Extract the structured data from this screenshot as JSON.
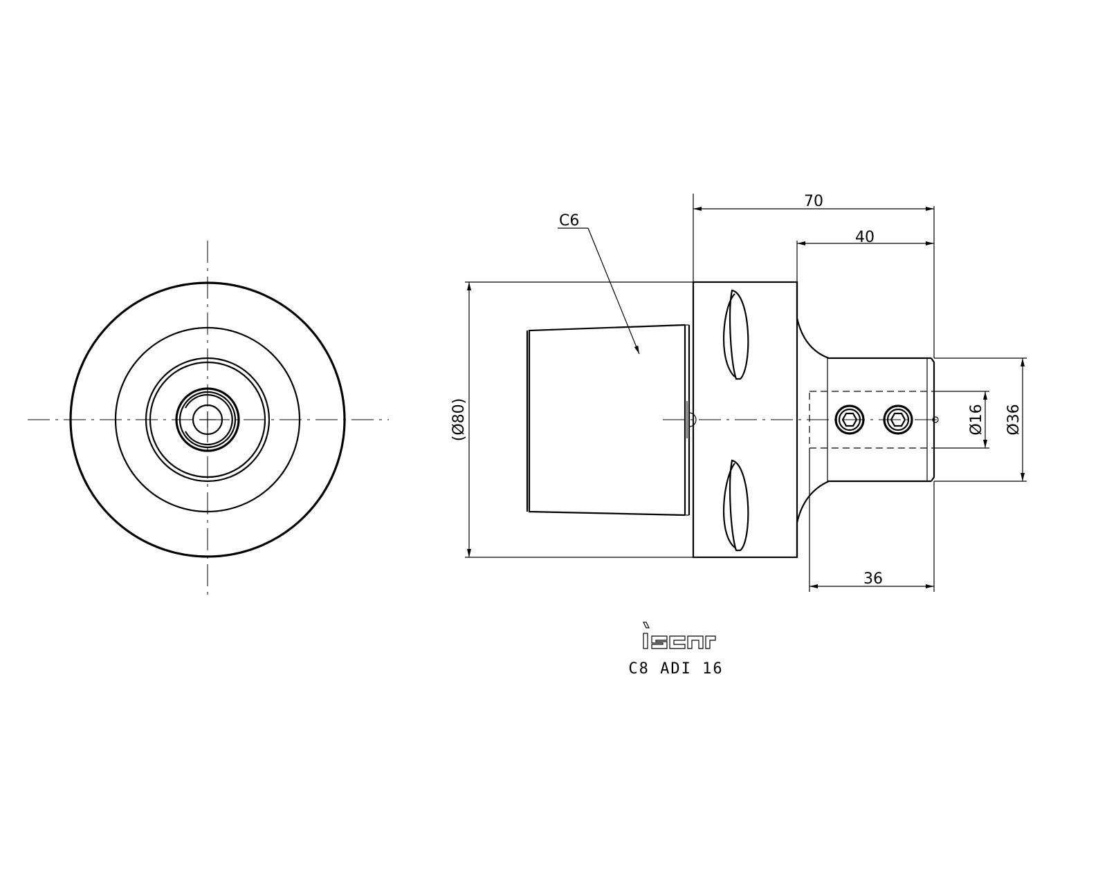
{
  "dimensions": {
    "overall_length": "70",
    "flange_to_end": "40",
    "shank_length": "36",
    "body_diameter": "(Ø80)",
    "bore_diameter": "Ø16",
    "shank_diameter": "Ø36"
  },
  "callout": {
    "label": "C6"
  },
  "title_block": {
    "logo": "iscar",
    "part_number": "C8 ADI 16"
  }
}
